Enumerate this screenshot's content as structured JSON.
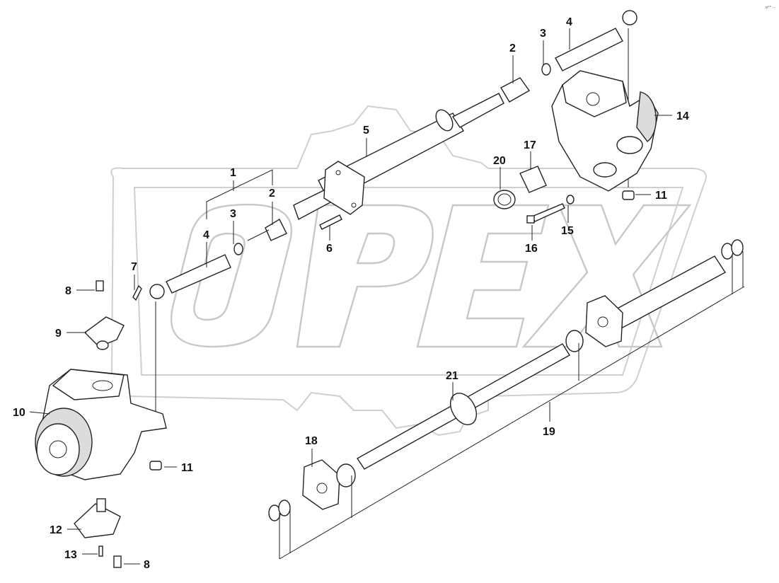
{
  "watermark": {
    "text": "OPEX"
  },
  "corner_mark": "o°° ···",
  "callouts": [
    {
      "id": "c1",
      "text": "1"
    },
    {
      "id": "c2a",
      "text": "2"
    },
    {
      "id": "c2b",
      "text": "2"
    },
    {
      "id": "c3a",
      "text": "3"
    },
    {
      "id": "c3b",
      "text": "3"
    },
    {
      "id": "c4a",
      "text": "4"
    },
    {
      "id": "c4b",
      "text": "4"
    },
    {
      "id": "c5",
      "text": "5"
    },
    {
      "id": "c6",
      "text": "6"
    },
    {
      "id": "c7",
      "text": "7"
    },
    {
      "id": "c8a",
      "text": "8"
    },
    {
      "id": "c8b",
      "text": "8"
    },
    {
      "id": "c9",
      "text": "9"
    },
    {
      "id": "c10",
      "text": "10"
    },
    {
      "id": "c11a",
      "text": "11"
    },
    {
      "id": "c11b",
      "text": "11"
    },
    {
      "id": "c12",
      "text": "12"
    },
    {
      "id": "c13",
      "text": "13"
    },
    {
      "id": "c14",
      "text": "14"
    },
    {
      "id": "c15",
      "text": "15"
    },
    {
      "id": "c16",
      "text": "16"
    },
    {
      "id": "c17",
      "text": "17"
    },
    {
      "id": "c18",
      "text": "18"
    },
    {
      "id": "c19",
      "text": "19"
    },
    {
      "id": "c20",
      "text": "20"
    },
    {
      "id": "c21",
      "text": "21"
    }
  ]
}
